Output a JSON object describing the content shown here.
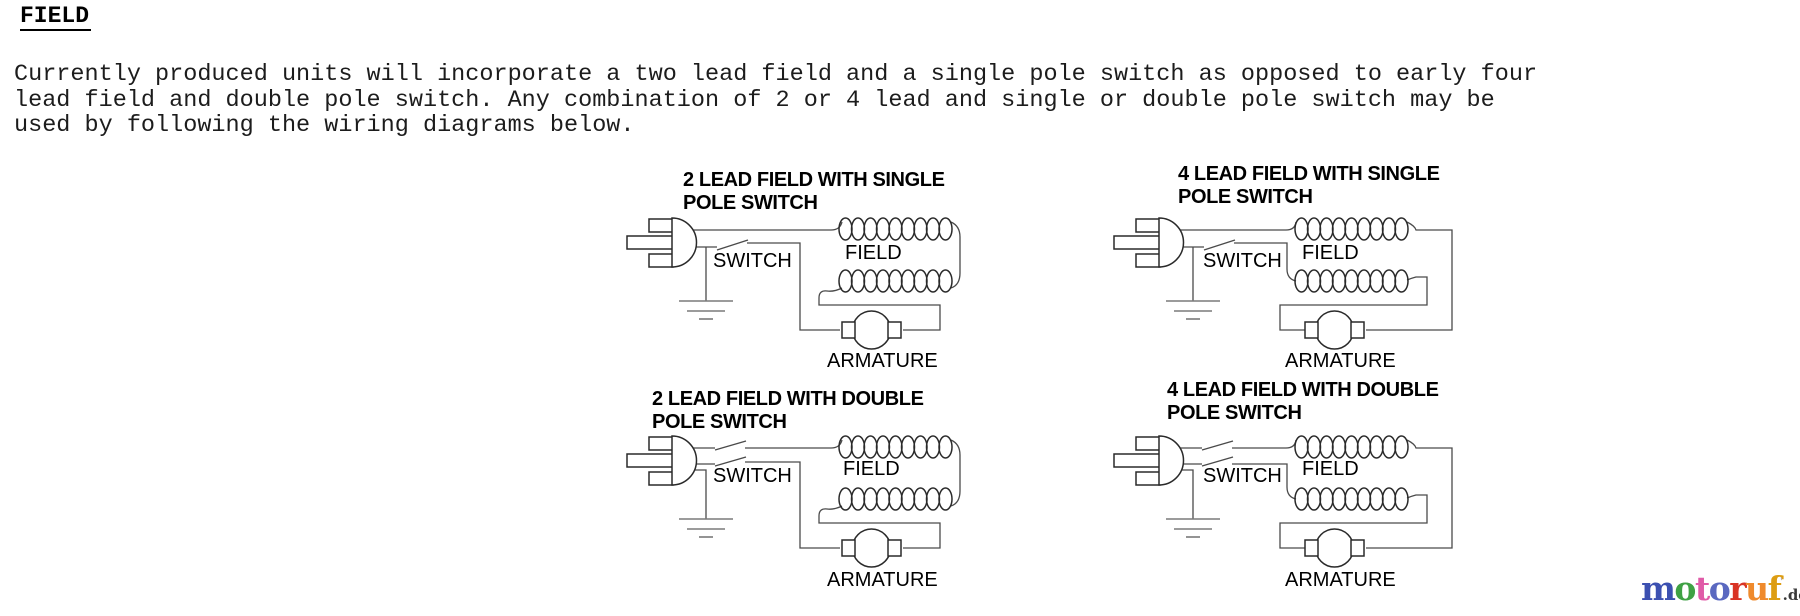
{
  "document": {
    "title": "FIELD",
    "intro": "Currently produced units will incorporate a two lead field and a single pole switch as opposed to early four\nlead field and double pole switch.  Any combination of 2 or 4 lead and single or double pole switch may be\nused by following the wiring diagrams below."
  },
  "diagrams": [
    {
      "title_line1": "2 LEAD FIELD WITH SINGLE",
      "title_line2": "POLE SWITCH",
      "switch_label": "SWITCH",
      "field_label": "FIELD",
      "armature_label": "ARMATURE"
    },
    {
      "title_line1": "4 LEAD FIELD WITH SINGLE",
      "title_line2": "POLE SWITCH",
      "switch_label": "SWITCH",
      "field_label": "FIELD",
      "armature_label": "ARMATURE"
    },
    {
      "title_line1": "2 LEAD FIELD WITH DOUBLE",
      "title_line2": "POLE SWITCH",
      "switch_label": "SWITCH",
      "field_label": "FIELD",
      "armature_label": "ARMATURE"
    },
    {
      "title_line1": "4 LEAD FIELD WITH DOUBLE",
      "title_line2": "POLE SWITCH",
      "switch_label": "SWITCH",
      "field_label": "FIELD",
      "armature_label": "ARMATURE"
    }
  ],
  "logo": {
    "letters": [
      {
        "ch": "m",
        "color": "#3c50b1"
      },
      {
        "ch": "o",
        "color": "#3fa144"
      },
      {
        "ch": "t",
        "color": "#e05ba8"
      },
      {
        "ch": "o",
        "color": "#5a68c0"
      },
      {
        "ch": "r",
        "color": "#d93425"
      },
      {
        "ch": "u",
        "color": "#ef8a2c"
      },
      {
        "ch": "f",
        "color": "#dd9d12"
      }
    ],
    "mark": "'",
    "suffix": ".de",
    "suffix_color": "#3a3a3a"
  }
}
